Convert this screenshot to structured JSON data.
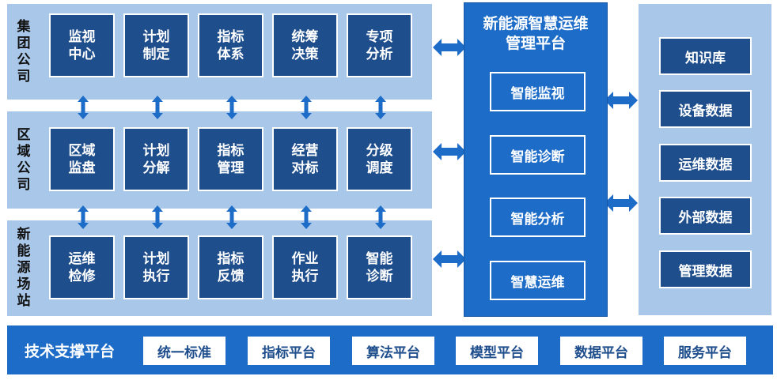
{
  "rows": [
    {
      "label": "集团公司",
      "cells": [
        "监视\n中心",
        "计划\n制定",
        "指标\n体系",
        "统筹\n决策",
        "专项\n分析"
      ]
    },
    {
      "label": "区域公司",
      "cells": [
        "区域\n监盘",
        "计划\n分解",
        "指标\n管理",
        "经营\n对标",
        "分级\n调度"
      ]
    },
    {
      "label": "新能源场站",
      "cells": [
        "运维\n检修",
        "计划\n执行",
        "指标\n反馈",
        "作业\n执行",
        "智能\n诊断"
      ]
    }
  ],
  "platform": {
    "title": "新能源智慧运维\n管理平台",
    "modules": [
      "智能监视",
      "智能诊断",
      "智能分析",
      "智慧运维"
    ]
  },
  "data_sources": [
    "知识库",
    "设备数据",
    "运维数据",
    "外部数据",
    "管理数据"
  ],
  "tech_platform": {
    "title": "技术支撑平台",
    "items": [
      "统一标准",
      "指标平台",
      "算法平台",
      "模型平台",
      "数据平台",
      "服务平台"
    ]
  },
  "colors": {
    "dark_blue": "#1f4e8c",
    "medium_blue": "#1d6cc8",
    "light_blue": "#a9c7e8"
  }
}
